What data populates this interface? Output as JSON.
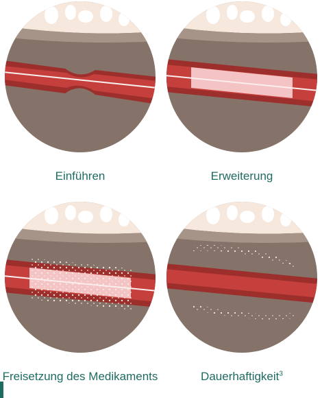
{
  "steps": [
    {
      "id": "insertion",
      "label": "Einführen",
      "sup": ""
    },
    {
      "id": "expansion",
      "label": "Erweiterung",
      "sup": ""
    },
    {
      "id": "drug-release",
      "label": "Freisetzung des Medikaments",
      "sup": ""
    },
    {
      "id": "durability",
      "label": "Dauerhaftigkeit",
      "sup": "3"
    }
  ],
  "colors": {
    "caption": "#1e6b61",
    "tissue": "#857268",
    "tissue_light": "#a69489",
    "vessel_outer": "#9c2e2c",
    "vessel_inner": "#c5403c",
    "bone": "#f7e8dd",
    "balloon": "#f4c3c3",
    "drug_particles": "#f3ece4"
  }
}
